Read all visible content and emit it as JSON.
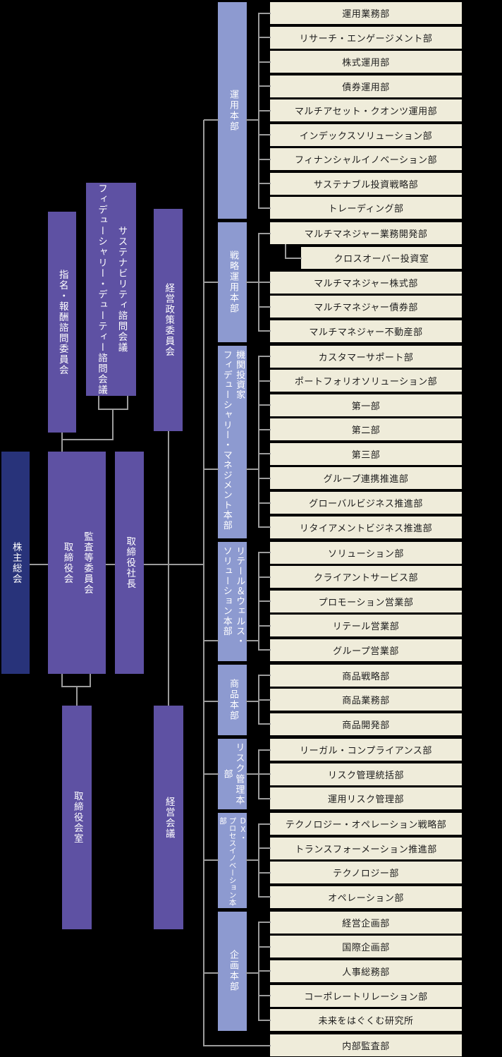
{
  "governance": {
    "shareholders_meeting": {
      "label": "株主総会"
    },
    "board_box": {
      "columns": [
        {
          "label": "監査等委員会"
        },
        {
          "label": "取締役会"
        }
      ]
    },
    "president": {
      "label": "取締役社長"
    },
    "nomination_compensation_committee": {
      "label": "指名・報酬諮問委員会"
    },
    "advisory_box": {
      "columns": [
        {
          "label": "サステナビリティ諮問会議"
        },
        {
          "label": "フィデューシャリー・デューティー諮問会議"
        }
      ]
    },
    "management_policy_committee": {
      "label": "経営政策委員会"
    },
    "board_office": {
      "label": "取締役会室"
    },
    "management_meeting": {
      "label": "経営会議"
    },
    "internal_audit": {
      "label": "内部監査部"
    }
  },
  "divisions": [
    {
      "lines": [
        {
          "label": "運用本部"
        }
      ],
      "departments": [
        {
          "label": "運用業務部"
        },
        {
          "label": "リサーチ・エンゲージメント部"
        },
        {
          "label": "株式運用部"
        },
        {
          "label": "債券運用部"
        },
        {
          "label": "マルチアセット・クオンツ運用部"
        },
        {
          "label": "インデックスソリューション部"
        },
        {
          "label": "フィナンシャルイノベーション部"
        },
        {
          "label": "サステナブル投資戦略部"
        },
        {
          "label": "トレーディング部"
        }
      ]
    },
    {
      "lines": [
        {
          "label": "戦略運用本部"
        }
      ],
      "departments": [
        {
          "label": "マルチマネジャー業務開発部"
        },
        {
          "label": "クロスオーバー投資室",
          "indent": true
        },
        {
          "label": "マルチマネジャー株式部"
        },
        {
          "label": "マルチマネジャー債券部"
        },
        {
          "label": "マルチマネジャー不動産部"
        }
      ]
    },
    {
      "lines": [
        {
          "label": "機関投資家"
        },
        {
          "label": "フィデューシャリー・マネジメント本部"
        }
      ],
      "departments": [
        {
          "label": "カスタマーサポート部"
        },
        {
          "label": "ポートフォリオソリューション部"
        },
        {
          "label": "第一部"
        },
        {
          "label": "第二部"
        },
        {
          "label": "第三部"
        },
        {
          "label": "グループ連携推進部"
        },
        {
          "label": "グローバルビジネス推進部"
        },
        {
          "label": "リタイアメントビジネス推進部"
        }
      ]
    },
    {
      "lines": [
        {
          "label": "リテール＆ウェルス・"
        },
        {
          "label": "ソリューション本部"
        }
      ],
      "departments": [
        {
          "label": "ソリューション部"
        },
        {
          "label": "クライアントサービス部"
        },
        {
          "label": "プロモーション営業部"
        },
        {
          "label": "リテール営業部"
        },
        {
          "label": "グループ営業部"
        }
      ]
    },
    {
      "lines": [
        {
          "label": "商品本部"
        }
      ],
      "departments": [
        {
          "label": "商品戦略部"
        },
        {
          "label": "商品業務部"
        },
        {
          "label": "商品開発部"
        }
      ]
    },
    {
      "lines": [
        {
          "label": "リスク管理本部"
        }
      ],
      "departments": [
        {
          "label": "リーガル・コンプライアンス部"
        },
        {
          "label": "リスク管理統括部"
        },
        {
          "label": "運用リスク管理部"
        }
      ]
    },
    {
      "lines": [
        {
          "label": "DX・"
        },
        {
          "label": "プロセスイノベーション本部"
        }
      ],
      "departments": [
        {
          "label": "テクノロジー・オペレーション戦略部"
        },
        {
          "label": "トランスフォーメーション推進部"
        },
        {
          "label": "テクノロジー部"
        },
        {
          "label": "オペレーション部"
        }
      ]
    },
    {
      "lines": [
        {
          "label": "企画本部"
        }
      ],
      "departments": [
        {
          "label": "経営企画部"
        },
        {
          "label": "国際企画部"
        },
        {
          "label": "人事総務部"
        },
        {
          "label": "コーポレートリレーション部"
        },
        {
          "label": "未来をはぐくむ研究所"
        }
      ]
    }
  ],
  "colors": {
    "background": "#000000",
    "division_fill": "#8d9ad0",
    "department_fill": "#efecda",
    "executive_fill": "#5e51a3",
    "shareholders_fill": "#28337a",
    "connector": "#9b9b9b",
    "department_text": "#1c1c1c",
    "box_text": "#ffffff"
  }
}
